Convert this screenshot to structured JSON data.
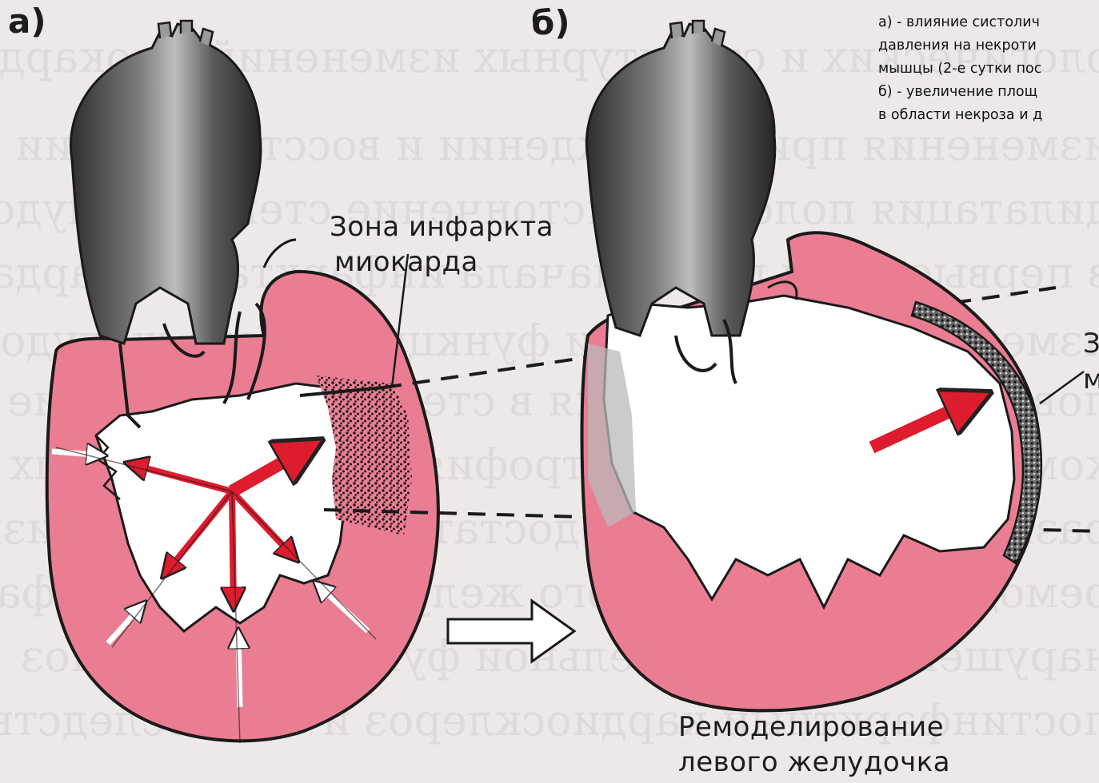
{
  "panels": {
    "a": "а)",
    "b": "б)"
  },
  "labels": {
    "infarct_zone": [
      "Зона инфаркта",
      "миокарда"
    ],
    "remodeling": [
      "Ремоделирование",
      "левого желудочка"
    ],
    "cut_right": [
      "З",
      "м"
    ]
  },
  "caption": [
    "а) -  влияние систолич",
    "давления на некроти",
    "мышцы (2-е сутки пос",
    "б) - увеличение площ",
    "в области некроза и д"
  ],
  "colors": {
    "myocardium": "#ea7d92",
    "arrow_red": "#dd1c2d",
    "aorta": "#5b5b5b",
    "background": "#ece9e8"
  }
}
